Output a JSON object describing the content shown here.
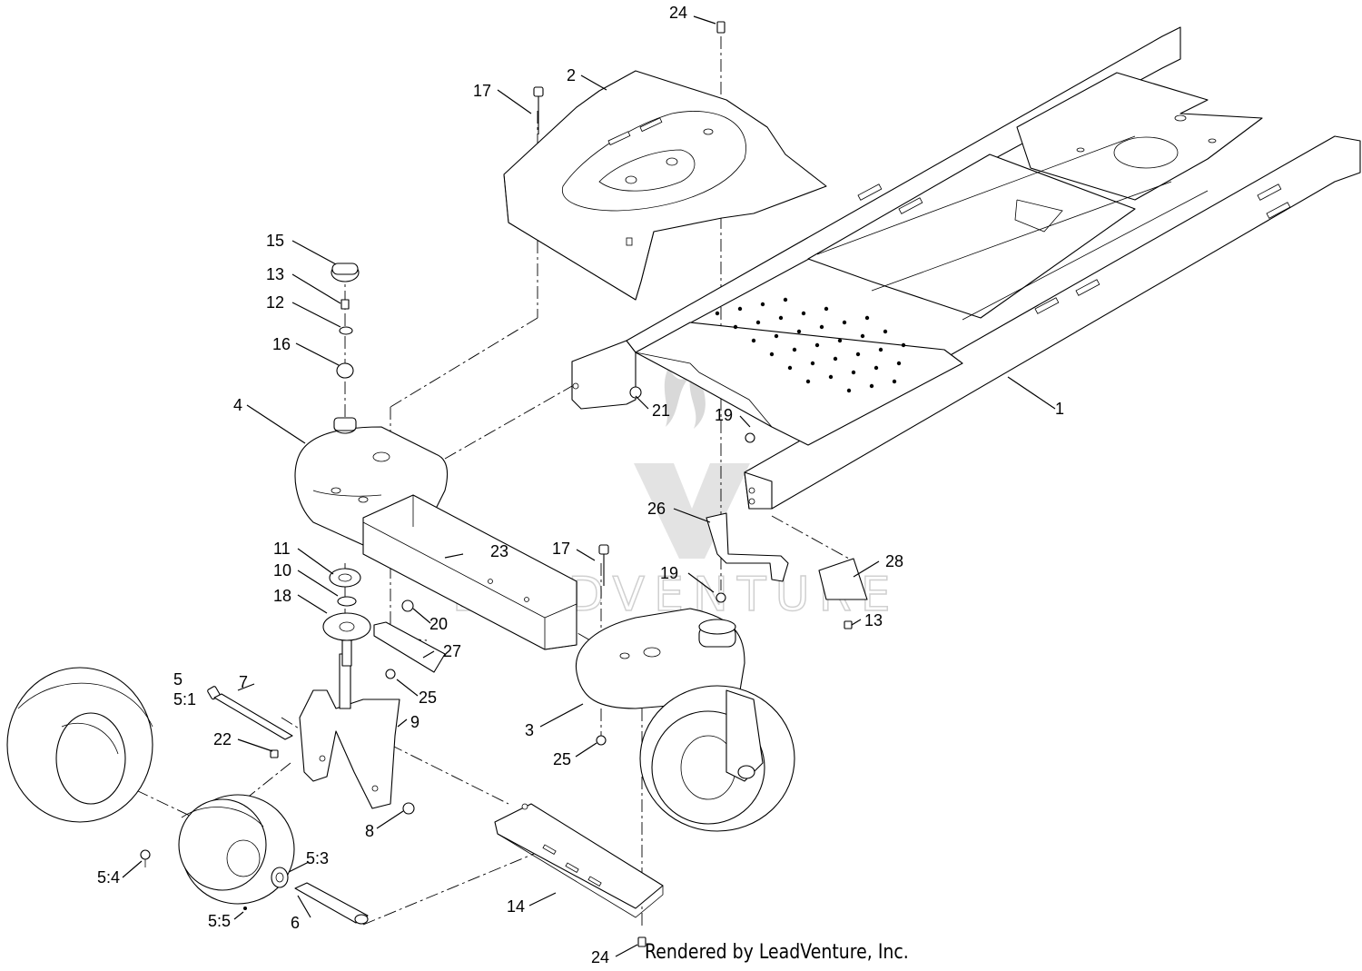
{
  "watermark": {
    "text": "LEADVENTURE"
  },
  "credit": "Rendered by LeadVenture, Inc.",
  "callouts": {
    "p1": "1",
    "p2": "2",
    "p3": "3",
    "p4": "4",
    "p5": "5",
    "p5_1": "5:1",
    "p5_3": "5:3",
    "p5_4": "5:4",
    "p5_5": "5:5",
    "p6": "6",
    "p7": "7",
    "p8": "8",
    "p9": "9",
    "p10": "10",
    "p11": "11",
    "p12": "12",
    "p13a": "13",
    "p13b": "13",
    "p14": "14",
    "p15": "15",
    "p16": "16",
    "p17a": "17",
    "p17b": "17",
    "p18": "18",
    "p19a": "19",
    "p19b": "19",
    "p20": "20",
    "p21": "21",
    "p22": "22",
    "p23": "23",
    "p24a": "24",
    "p24b": "24",
    "p25a": "25",
    "p25b": "25",
    "p26": "26",
    "p27": "27",
    "p28": "28"
  }
}
